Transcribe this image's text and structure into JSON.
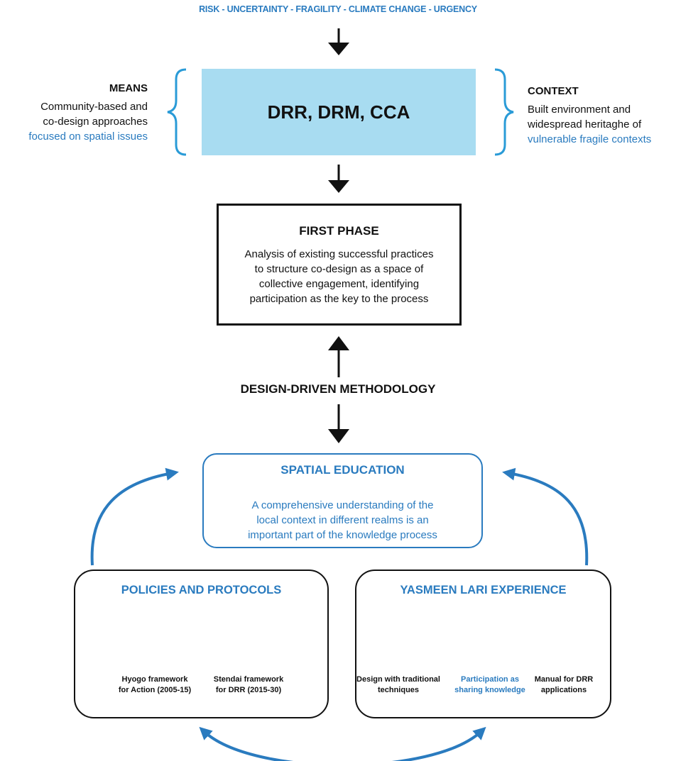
{
  "header": {
    "top_line": "RISK - UNCERTAINTY - FRAGILITY - CLIMATE CHANGE - URGENCY"
  },
  "means": {
    "title": "MEANS",
    "lines": [
      "Community-based and",
      "co-design approaches",
      "focused on spatial issues"
    ]
  },
  "context": {
    "title": "CONTEXT",
    "lines": [
      "Built environment and",
      "widespread heritaghe of",
      "vulnerable fragile contexts"
    ]
  },
  "core": {
    "title": "DRR, DRM, CCA"
  },
  "first_phase": {
    "title": "FIRST PHASE",
    "lines": [
      "Analysis of existing successful practices",
      "to structure co-design as a space of",
      "collective engagement, identifying",
      "participation as the key to the process"
    ]
  },
  "methodology": {
    "label": "DESIGN-DRIVEN METHODOLOGY"
  },
  "spatial_education": {
    "title": "SPATIAL EDUCATION",
    "lines": [
      "A comprehensive understanding of the",
      "local context in different realms is an",
      "important part of the knowledge process"
    ]
  },
  "policies": {
    "title": "POLICIES AND PROTOCOLS",
    "items": [
      {
        "icon": "map-pin-icon",
        "lines": [
          "Hyogo framework",
          "for Action (2005-15)"
        ]
      },
      {
        "icon": "magnifier-icon",
        "lines": [
          "Stendai framework",
          "for DRR (2015-30)"
        ]
      }
    ]
  },
  "yasmeen": {
    "title": "YASMEEN LARI EXPERIENCE",
    "items": [
      {
        "icon": "drafting-tools-icon",
        "lines": [
          "Design with traditional",
          "techniques"
        ]
      },
      {
        "icon": "community-icon",
        "lines": [
          "Participation as",
          "sharing knowledge"
        ]
      },
      {
        "icon": "books-icon",
        "lines": [
          "Manual for DRR",
          "applications"
        ]
      }
    ]
  },
  "colors": {
    "accent_blue": "#2a7bbf",
    "light_blue_fill": "#a8dcf1",
    "black": "#111111"
  }
}
